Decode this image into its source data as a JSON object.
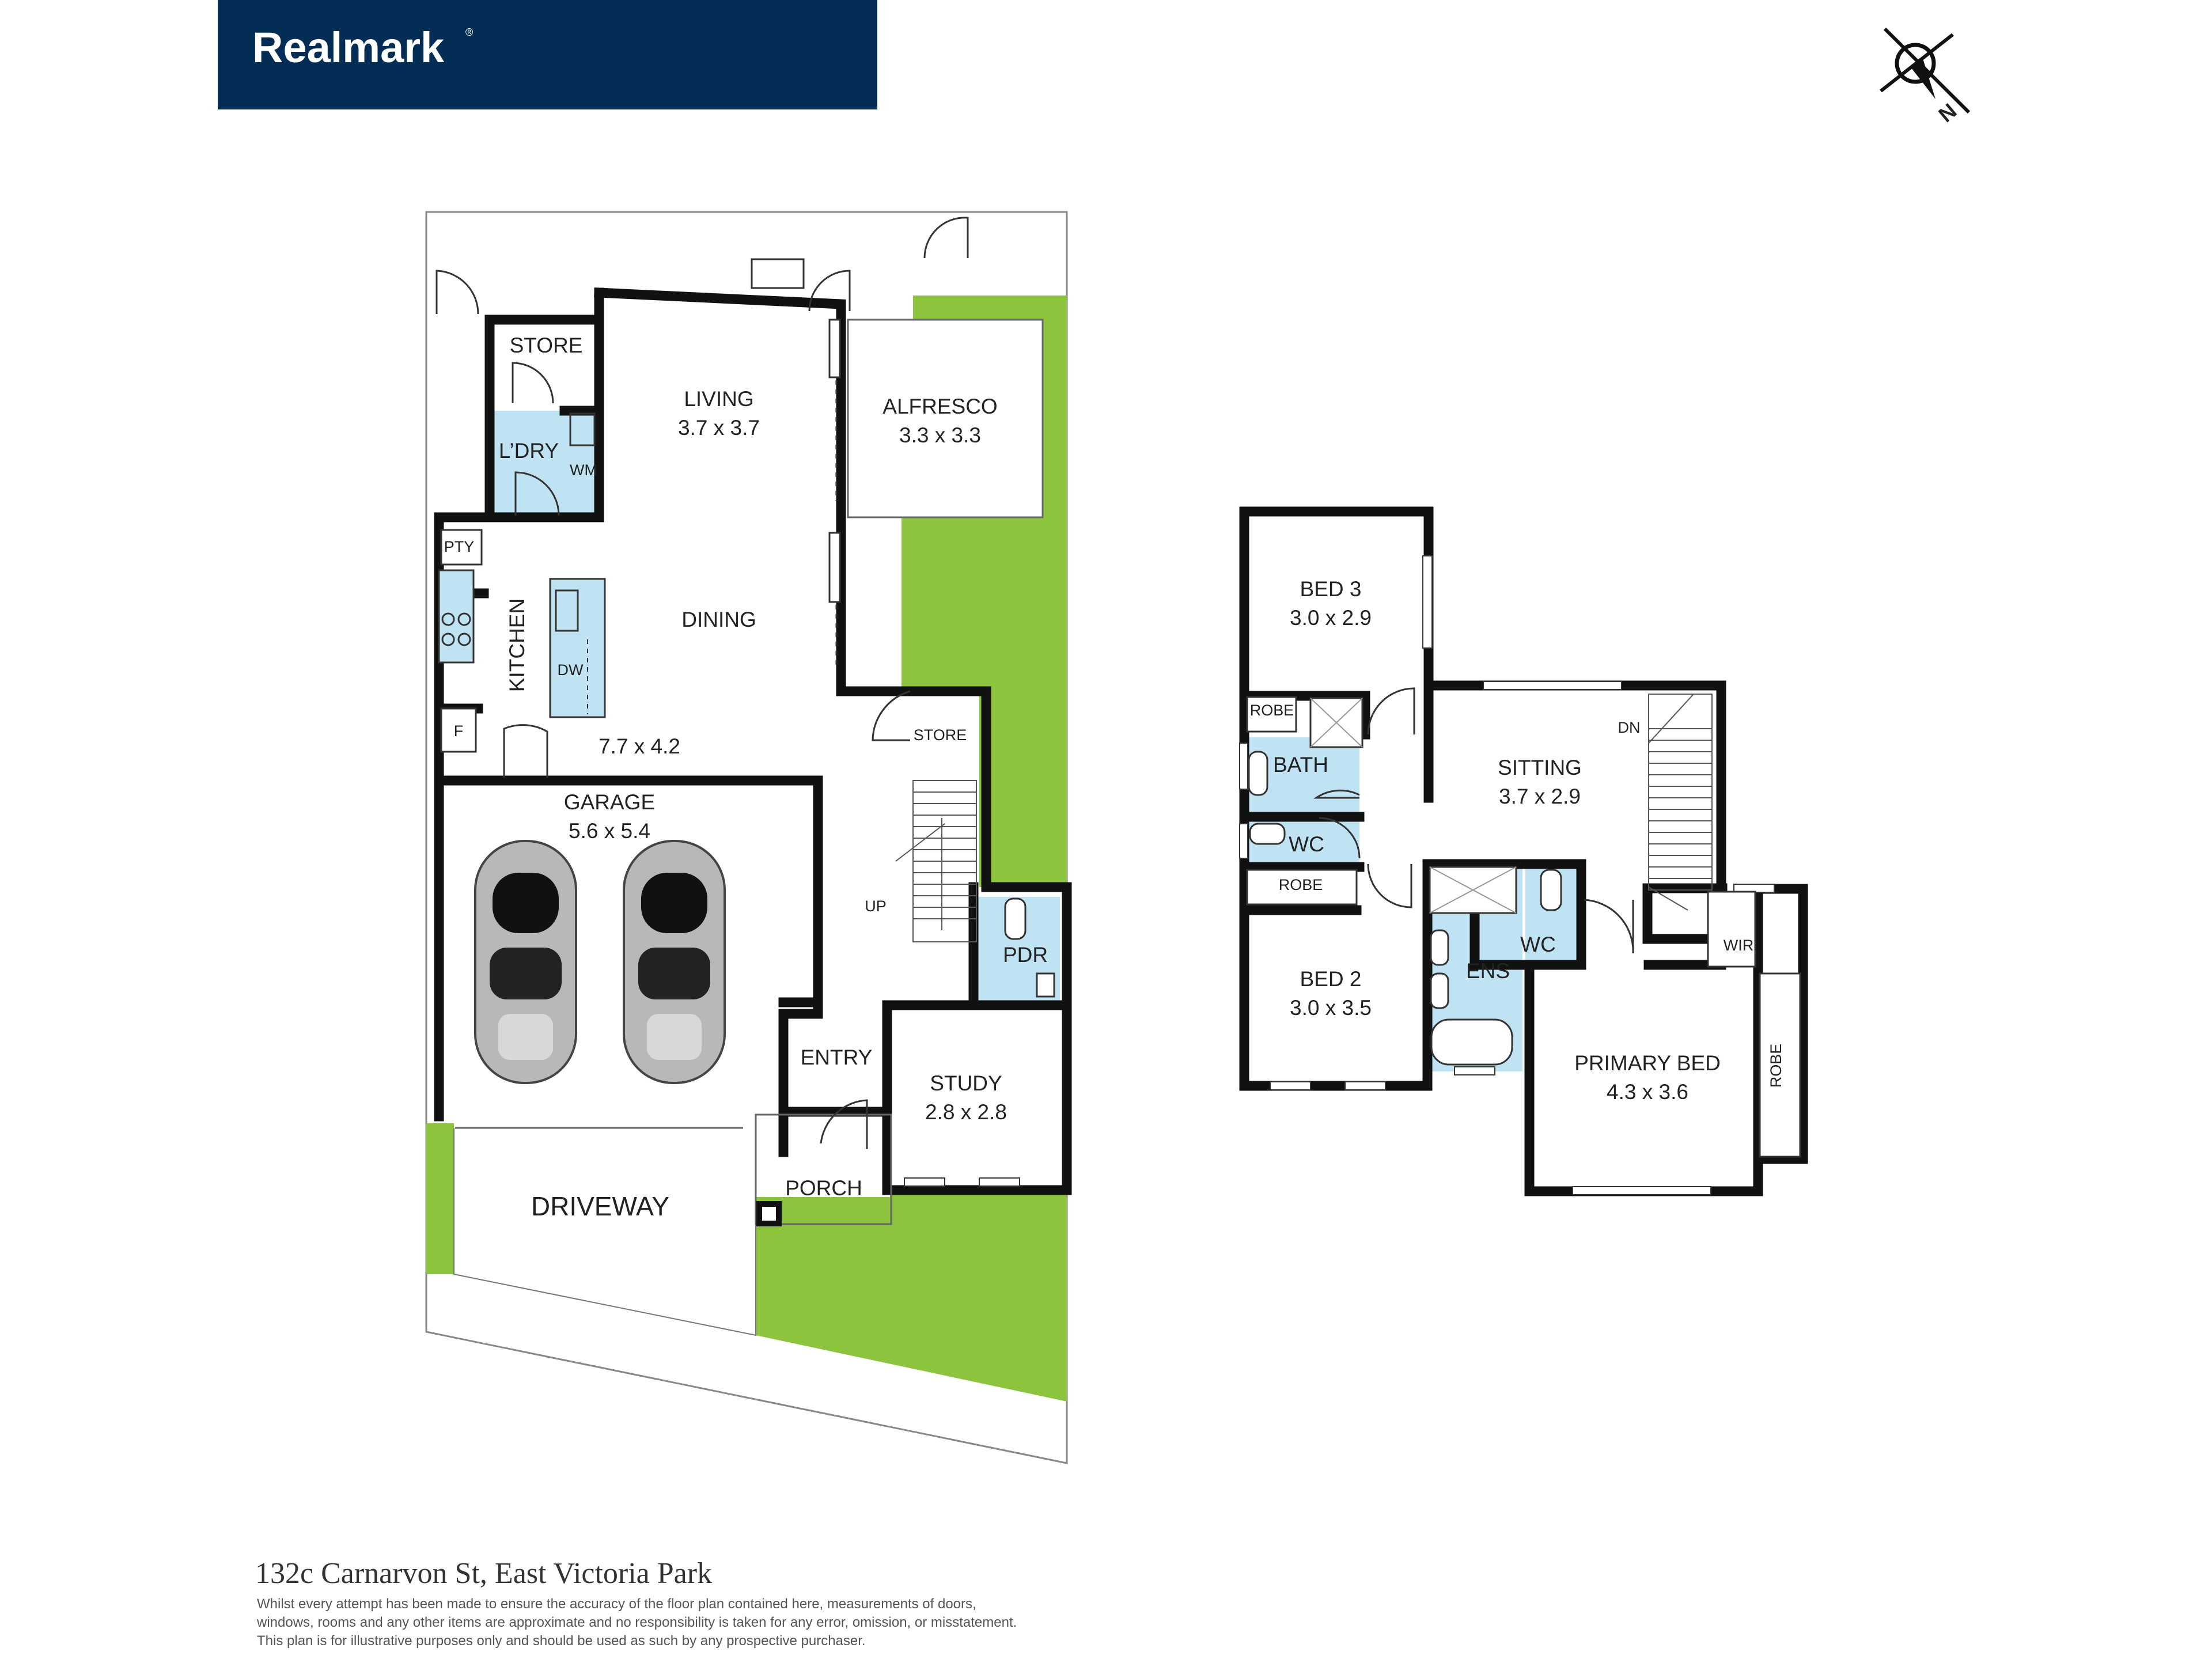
{
  "brand": {
    "name": "Realmark",
    "trademark": "®",
    "bg_color": "#032d55",
    "text_color": "#ffffff"
  },
  "compass": {
    "letter": "N"
  },
  "colors": {
    "lawn": "#8cc43e",
    "wet_area": "#bfe3f2",
    "wall": "#111111"
  },
  "ground_floor": {
    "store_top": "STORE",
    "laundry": "L’DRY",
    "wm": "WM",
    "living": {
      "name": "LIVING",
      "size": "3.7 x 3.7"
    },
    "alfresco": {
      "name": "ALFRESCO",
      "size": "3.3 x 3.3"
    },
    "pantry": "PTY",
    "kitchen": "KITCHEN",
    "dishwasher": "DW",
    "fridge": "F",
    "dining": {
      "name": "DINING",
      "size": "7.7 x 4.2"
    },
    "store_stair": "STORE",
    "garage": {
      "name": "GARAGE",
      "size": "5.6 x 5.4"
    },
    "up": "UP",
    "pdr": "PDR",
    "entry": "ENTRY",
    "study": {
      "name": "STUDY",
      "size": "2.8 x 2.8"
    },
    "porch": "PORCH",
    "driveway": "DRIVEWAY"
  },
  "upper_floor": {
    "bed3": {
      "name": "BED 3",
      "size": "3.0 x 2.9"
    },
    "robe1": "ROBE",
    "bath": "BATH",
    "wc1": "WC",
    "robe2": "ROBE",
    "sitting": {
      "name": "SITTING",
      "size": "3.7 x 2.9"
    },
    "dn": "DN",
    "bed2": {
      "name": "BED 2",
      "size": "3.0 x 3.5"
    },
    "ens": "ENS",
    "wc2": "WC",
    "wir": "WIR",
    "robe3": "ROBE",
    "primary": {
      "name": "PRIMARY BED",
      "size": "4.3 x 3.6"
    }
  },
  "footer": {
    "address": "132c Carnarvon St, East Victoria Park",
    "disclaimer": [
      "Whilst every attempt has been made to ensure the accuracy of the floor plan contained here, measurements of doors,",
      "windows, rooms and any other items are approximate and no responsibility is taken for any error, omission, or misstatement.",
      "This plan is for illustrative purposes only and should be used as such by any prospective purchaser."
    ]
  }
}
